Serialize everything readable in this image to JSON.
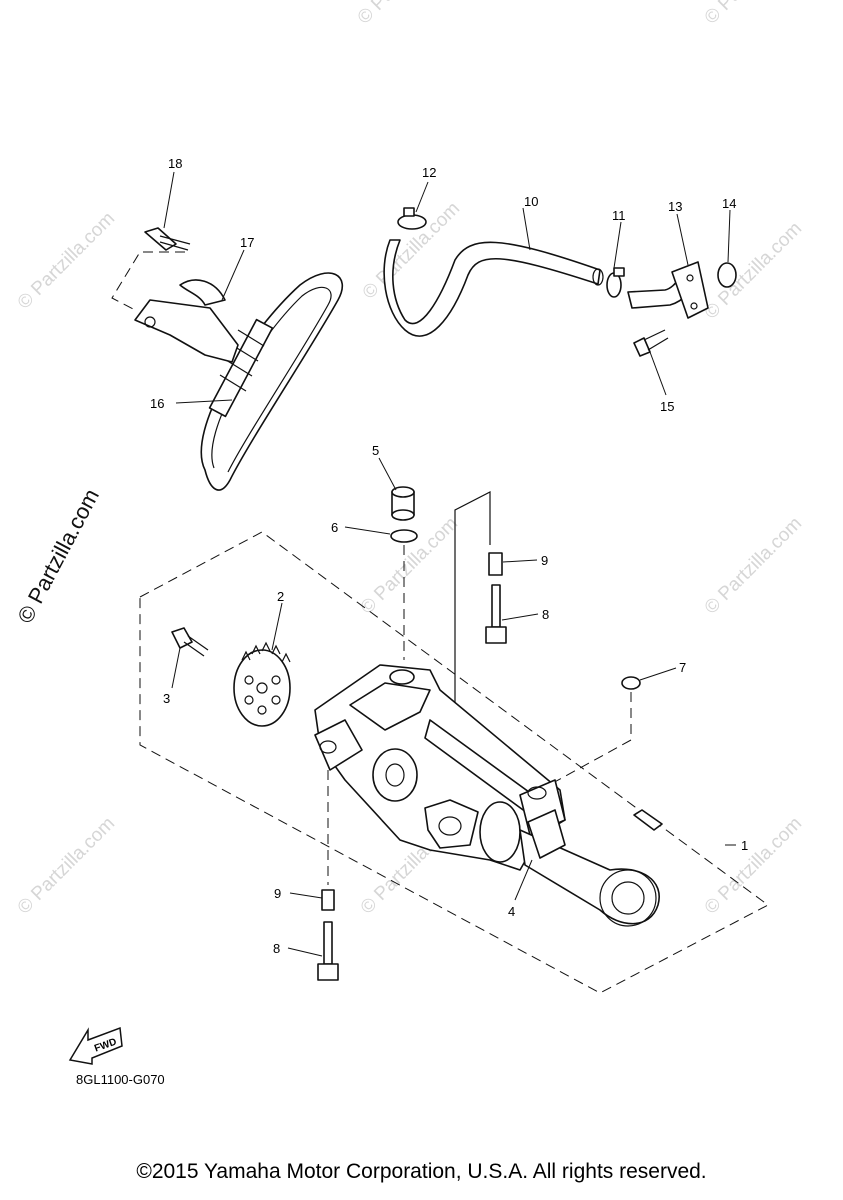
{
  "watermark": {
    "small": "© Partzilla.com",
    "large": "© Partzilla.com"
  },
  "callouts": {
    "c1": "1",
    "c2": "2",
    "c3": "3",
    "c4": "4",
    "c5": "5",
    "c6": "6",
    "c7": "7",
    "c8a": "8",
    "c8b": "8",
    "c9a": "9",
    "c9b": "9",
    "c10": "10",
    "c11": "11",
    "c12": "12",
    "c13": "13",
    "c14": "14",
    "c15": "15",
    "c16": "16",
    "c17": "17",
    "c18": "18"
  },
  "fwd_label": "FWD",
  "diagram_code": "8GL1100-G070",
  "copyright": "©2015 Yamaha Motor Corporation, U.S.A. All rights reserved."
}
